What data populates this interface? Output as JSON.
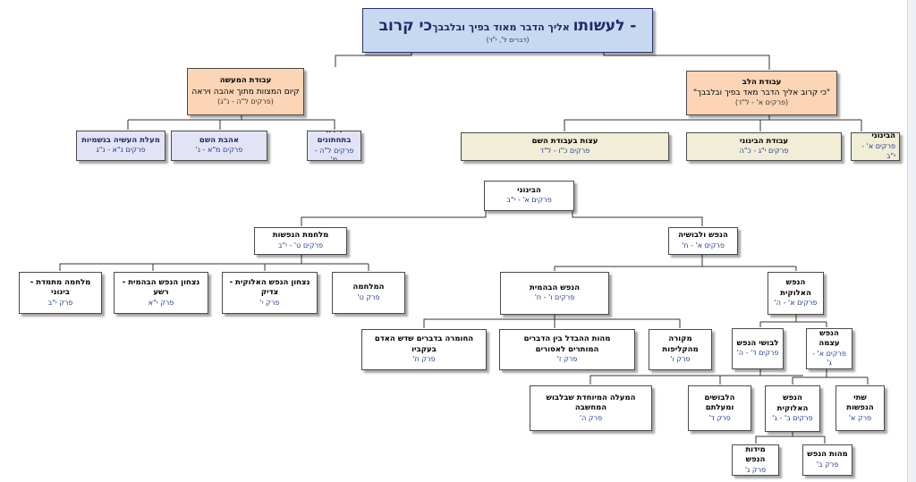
{
  "root": {
    "title_a": "כי קרוב",
    "title_b": " אליך הדבר מאוד בפיך ובלבבך",
    "title_c": "- לעשותו",
    "ref": "(דברים ל', י\"ד)"
  },
  "top": {
    "heart": {
      "title": "עבודת הלב",
      "sub": "\"כי קרוב אליך הדבר מאד בפיך ובלבבך\"",
      "ref": "(פרקים א' - ל\"ד)"
    },
    "action": {
      "title": "עבודת המעשה",
      "sub": "קיום המצוות מתוך אהבה ויראה",
      "ref": "(פרקים ל\"ה - נ\"ג)"
    },
    "heart_children": [
      {
        "title": "הבינוני",
        "ref": "פרקים א' - י\"ב"
      },
      {
        "title": "עבודת הבינוני",
        "ref": "פרקים י\"ג - כ\"ה"
      },
      {
        "title": "עצות בעבודת השם",
        "ref": "פרקים כ\"ו - ל\"ד"
      }
    ],
    "action_children": [
      {
        "title": "דירה בתחתונים",
        "ref": "פרקים ל\"ה - מ'"
      },
      {
        "title": "אהבת השם",
        "ref": "פרקים מ\"א - נ'"
      },
      {
        "title": "מעלת העשיה בגשמיות",
        "ref": "פרקים נ\"א - נ\"ג"
      }
    ]
  },
  "tree": {
    "beinoni": {
      "title": "הבינוני",
      "ref": "פרקים א' - י\"ב"
    },
    "nefesh_levush": {
      "title": "הנפש ולבושיה",
      "ref": "פרקים א' - ח'"
    },
    "milchemet": {
      "title": "מלחמת הנפשות",
      "ref": "פרקים ט' - י\"ב"
    },
    "milchama": {
      "title": "המלחמה",
      "ref": "פרק ט'"
    },
    "nitzachon_elokit": {
      "title": "נצחון הנפש האלוקית - צדיק",
      "ref": "פרק י'"
    },
    "nitzachon_behamit": {
      "title": "נצחון הנפש הבהמית - רשע",
      "ref": "פרק י\"א"
    },
    "milchama_mitmedet": {
      "title": "מלחמה מתמדת - בינוני",
      "ref": "פרק י\"ב"
    },
    "nefesh_elokit": {
      "title_1": "הנפש",
      "title_2": "האלוקית",
      "ref": "פרקים א' - ה'"
    },
    "nefesh_behamit": {
      "title": "הנפש הבהמית",
      "ref": "פרקים ו' - ח'"
    },
    "mekora": {
      "title": "מקורה מהקליפות",
      "ref": "פרק ו'"
    },
    "mahut_hahevdel": {
      "title_1": "מהות ההבדל בין הדברים",
      "title_2": "המותרים לאסורים",
      "ref": "פרק ז'"
    },
    "hachumra": {
      "title": "החומרה בדברים שדש האדם בעקביו",
      "ref": "פרק ח'"
    },
    "nefesh_atzma": {
      "title": "הנפש עצמה",
      "ref": "פרקים א' - ג'"
    },
    "levushei_nefesh": {
      "title": "לבושי הנפש",
      "ref": "פרקים ד' - ה'"
    },
    "shtei_nefashot": {
      "title": "שתי הנפשות",
      "ref": "פרק א'"
    },
    "nefesh_elokit2": {
      "title_1": "הנפש",
      "title_2": "האלוקית",
      "ref": "פרקים ב' - ג'"
    },
    "halevushim": {
      "title": "הלבושים ומעלתם",
      "ref": "פרק ד'"
    },
    "hamaala": {
      "title": "המעלה המיוחדת שבלבוש המחשבה",
      "ref": "פרק ה'"
    },
    "mahut_hanefesh": {
      "title": "מהות הנפש",
      "ref": "פרק ב'"
    },
    "midot_hanefesh": {
      "title": "מידות הנפש",
      "ref": "פרק ג'"
    }
  },
  "colors": {
    "root": "#c6d9f1",
    "heart_action": "#fbd5b5",
    "action_children": "#e2e4f6",
    "heart_children": "#f1edd6",
    "tree_nodes": "#ffffff",
    "connector": "#333333"
  }
}
